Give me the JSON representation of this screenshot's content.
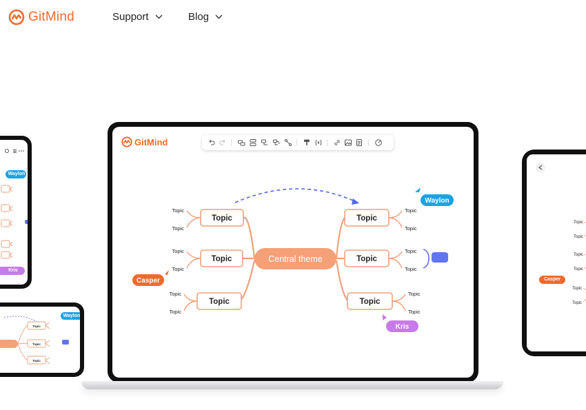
{
  "header": {
    "brand": "GitMind",
    "nav": [
      {
        "label": "Support"
      },
      {
        "label": "Blog"
      }
    ]
  },
  "app": {
    "brand": "GitMind",
    "toolbar": [
      "undo-icon",
      "redo-icon",
      "add-topic-icon",
      "add-subtopic-icon",
      "insert-parent-icon",
      "relation-icon",
      "summary-icon",
      "format-painter-icon",
      "formula-icon",
      "link-icon",
      "image-icon",
      "note-icon",
      "style-icon"
    ]
  },
  "mindmap": {
    "central": "Central  theme",
    "topic_label": "Topic",
    "collaborators": {
      "waylon": "Waylon",
      "casper": "Casper",
      "kris": "Kris"
    }
  },
  "colors": {
    "brand": "#ee6a2a",
    "branch": "#f0a07a",
    "central": "#f5a077",
    "waylon": "#1aa3e6",
    "casper": "#f06a2c",
    "kris": "#c77be8",
    "summary": "#6274f0",
    "relation": "#5168e8"
  }
}
